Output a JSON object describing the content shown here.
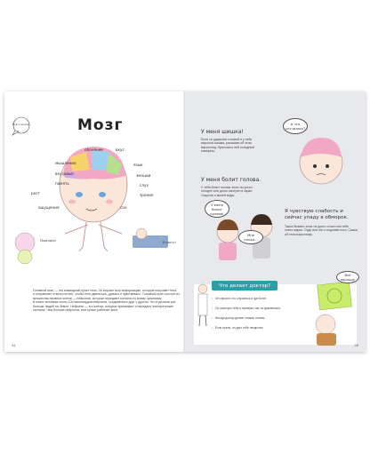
{
  "left_page": {
    "title": "Мозг",
    "badge": "Всё о мозге!",
    "labels": [
      "обоняние",
      "вкус",
      "мышление",
      "язык",
      "эмоции",
      "вкусовые",
      "память",
      "слух",
      "зрение",
      "рост",
      "сон",
      "ощущения"
    ],
    "speech": [
      "Проснись!",
      "Я расту!"
    ],
    "text": [
      "Головной мозг — это командный пункт тела. Он изучает всю информацию, которую получают тела",
      "и отправляет ответы на неё, чтобы тело двигалось, думало и чувствовало. Головной мозг состоит из",
      "множества нервных клеток — нейронов, которые передают сигналы по всему организму.",
      "В мозге человека около 100 миллиардов нейронов, соединённых друг с другом. Это в десятки раз",
      "больше людей на Земле. Нейроны — это клетки, которые принимают и передают электрические",
      "сигналы. Чем больше нейронов, тем лучше работает мозг."
    ],
    "page_number": "34"
  },
  "right_page": {
    "sections": [
      {
        "heading": "У меня шишка!",
        "text": "Если ты ударился головой и у тебя выросла шишка, расскажи об этом взрослому. Приложи к ней холодный компресс."
      },
      {
        "heading": "У меня болит голова.",
        "text": "У тебя болит голова, если ты устал, голоден или долго смотрел в экран. Отдохни и выпей воды."
      },
      {
        "heading": "Я чувствую слабость и сейчас упаду в обморок.",
        "text": "Такое бывает, если ты долго стоял или тебе стало жарко. Сядь или ляг и подними ноги. Скажи об этом взрослому."
      }
    ],
    "bubbles": [
      "А что случилось?",
      "У меня болит голова!",
      "Мне плохо...",
      "Всё хорошо!"
    ],
    "doctor": {
      "heading": "Что делает доктор?",
      "bullets": [
        "Он спросит, что случилось и где болит.",
        "Он осмотрит тебя и проверит, как ты двигаешься.",
        "Иногда доктор делает снимок головы.",
        "Если нужно, он даст тебе лекарство."
      ]
    },
    "page_number": "35"
  }
}
